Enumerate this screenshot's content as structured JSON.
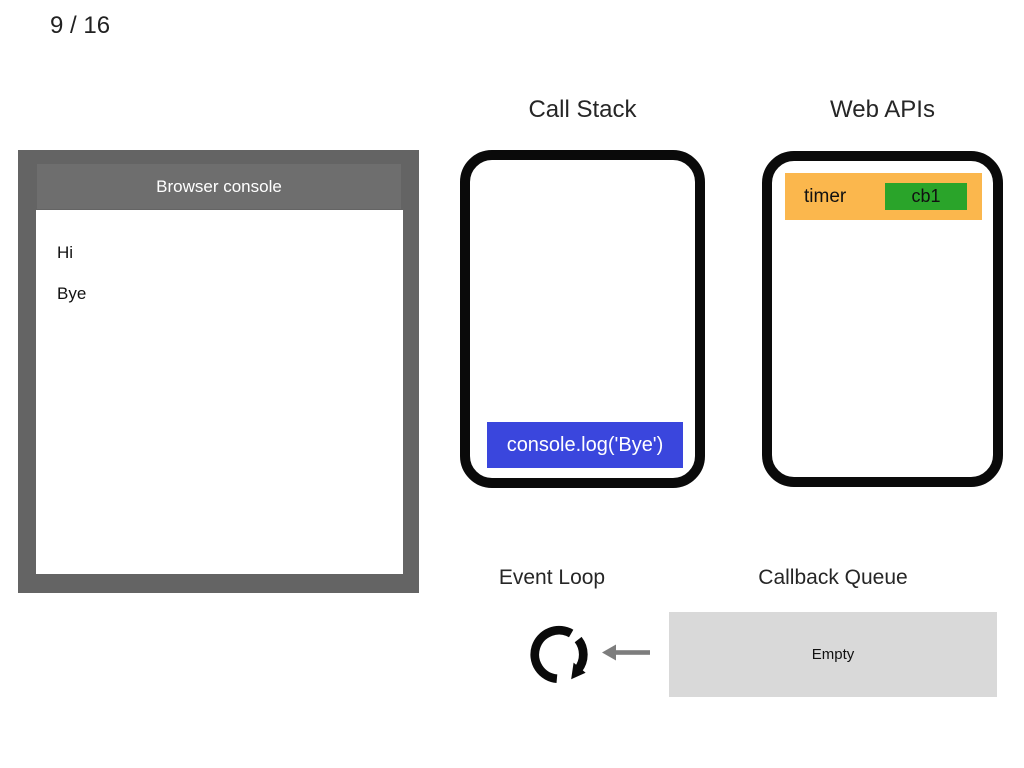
{
  "page_counter": "9 / 16",
  "console": {
    "title": "Browser console",
    "lines": [
      "Hi",
      "Bye"
    ]
  },
  "call_stack": {
    "title": "Call Stack",
    "frames": [
      "console.log('Bye')"
    ]
  },
  "web_apis": {
    "title": "Web APIs",
    "items": [
      {
        "label": "timer",
        "callback": "cb1"
      }
    ]
  },
  "event_loop": {
    "title": "Event Loop"
  },
  "callback_queue": {
    "title": "Callback Queue",
    "status": "Empty"
  },
  "colors": {
    "stack_frame_blue": "#3a46dd",
    "webapi_orange": "#fbb74d",
    "callback_green": "#2aa42a",
    "console_gray": "#646464",
    "console_titlebar_gray": "#6e6e6e",
    "queue_gray": "#d9d9d9",
    "frame_border_black": "#0a0a0a",
    "arrow_gray": "#7d7d7d"
  }
}
